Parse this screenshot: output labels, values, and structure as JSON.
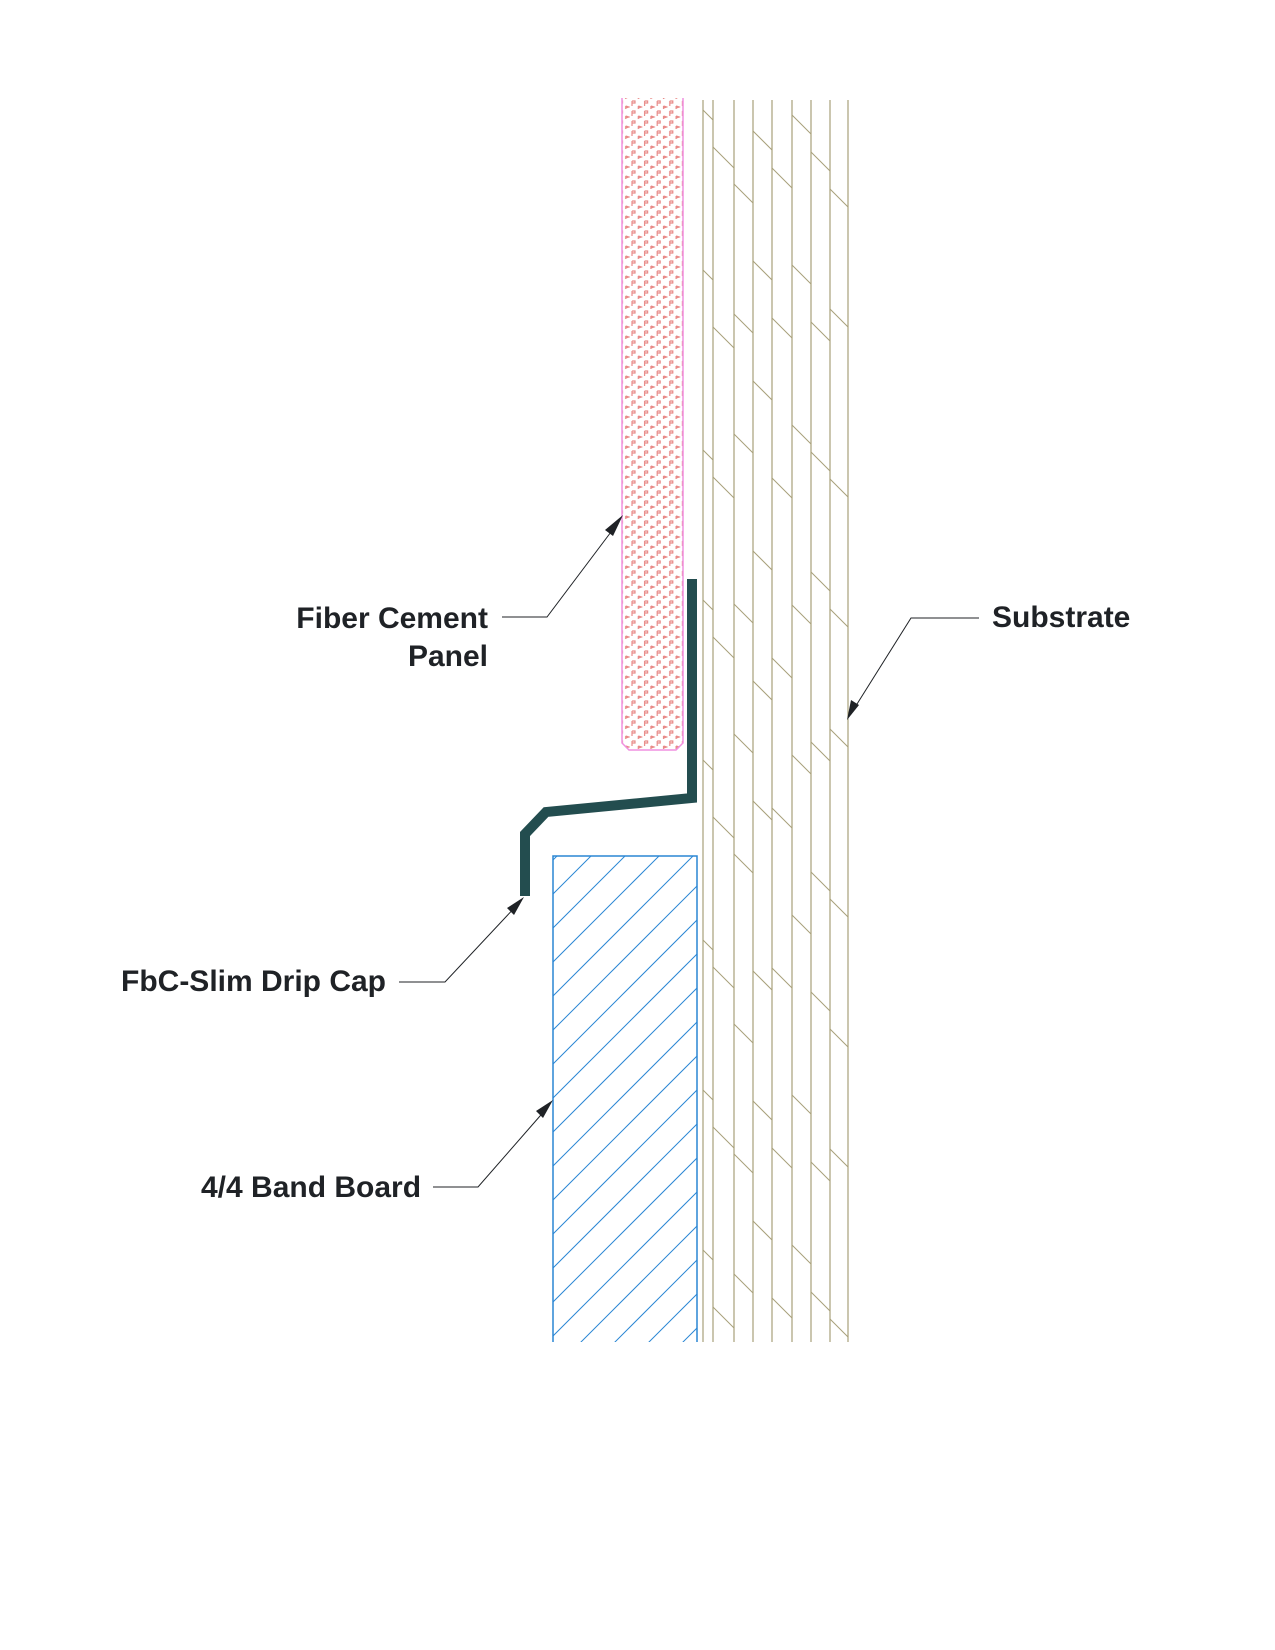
{
  "labels": {
    "fiber_cement_line1": "Fiber Cement",
    "fiber_cement_line2": "Panel",
    "substrate": "Substrate",
    "drip_cap": "FbC-Slim Drip Cap",
    "band_board": "4/4 Band Board"
  },
  "colors": {
    "panel_outline": "#f090e0",
    "panel_pattern": "#e88a88",
    "drip_cap": "#234d4f",
    "band_board": "#2a86d4",
    "substrate": "#a8a07a",
    "text": "#1f2226"
  }
}
